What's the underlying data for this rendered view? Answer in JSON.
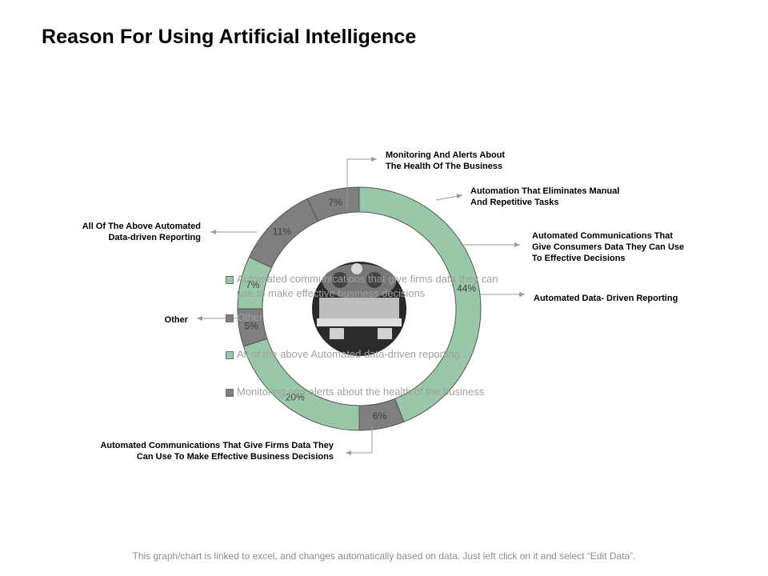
{
  "page": {
    "title": "Reason For Using Artificial Intelligence",
    "footer": "This graph/chart is linked to excel, and changes automatically based on data. Just left click on it and select “Edit Data”."
  },
  "colors": {
    "green": "#98c8a8",
    "gray": "#7f7f7f",
    "arrow": "#9a9a9a"
  },
  "chart_data": {
    "type": "pie",
    "hole": "donut",
    "slices": [
      {
        "value": 44,
        "label": "44%",
        "color": "#98c8a8"
      },
      {
        "value": 6,
        "label": "6%",
        "color": "#7f7f7f"
      },
      {
        "value": 20,
        "label": "20%",
        "color": "#98c8a8"
      },
      {
        "value": 5,
        "label": "5%",
        "color": "#7f7f7f"
      },
      {
        "value": 7,
        "label": "7%",
        "color": "#98c8a8"
      },
      {
        "value": 11,
        "label": "11%",
        "color": "#7f7f7f"
      },
      {
        "value": 7,
        "label": "7%",
        "color": "#7f7f7f"
      }
    ],
    "legend": [
      {
        "label": "Automated communications that give firms data they can use to make effective business decisions",
        "color": "#98c8a8"
      },
      {
        "label": "Other",
        "color": "#7f7f7f"
      },
      {
        "label": "All of the above Automated data-driven reporting",
        "color": "#98c8a8"
      },
      {
        "label": "Monitoring and alerts about the health of the business",
        "color": "#7f7f7f"
      }
    ]
  },
  "annotations": {
    "monitoring": "Monitoring And Alerts About\nThe Health Of The Business",
    "automation": "Automation That Eliminates Manual\nAnd Repetitive Tasks",
    "consumers": "Automated Communications That\nGive Consumers Data They Can Use\nTo Effective Decisions",
    "reporting": "Automated Data- Driven Reporting",
    "all_above": "All Of The Above Automated\nData-driven Reporting",
    "other": "Other",
    "firms": "Automated Communications That Give Firms Data They\nCan Use To Make Effective Business Decisions"
  }
}
